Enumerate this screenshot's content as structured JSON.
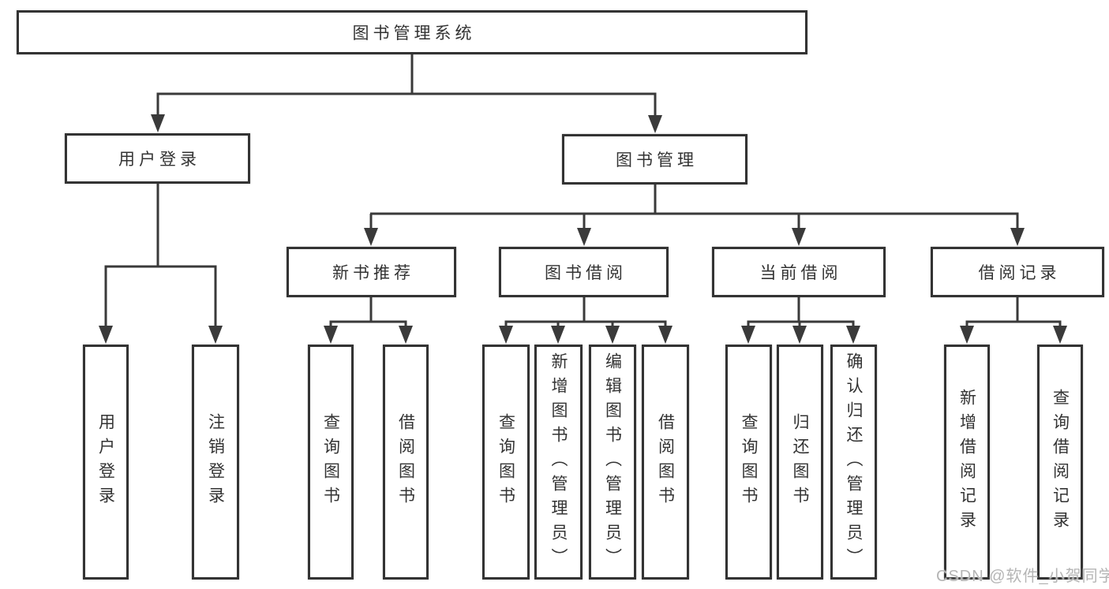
{
  "diagram": {
    "title": "图书管理系统",
    "level2": {
      "user_login": "用户登录",
      "book_management": "图书管理"
    },
    "level3": {
      "new_book_recommend": "新书推荐",
      "book_borrow": "图书借阅",
      "current_borrow": "当前借阅",
      "borrow_records": "借阅记录"
    },
    "leaves": {
      "user_login": [
        "用户登录",
        "注销登录"
      ],
      "new_book_recommend": [
        "查询图书",
        "借阅图书"
      ],
      "book_borrow": [
        "查询图书",
        "新增图书（管理员）",
        "编辑图书（管理员）",
        "借阅图书"
      ],
      "current_borrow": [
        "查询图书",
        "归还图书",
        "确认归还（管理员）"
      ],
      "borrow_records": [
        "新增借阅记录",
        "查询借阅记录"
      ]
    },
    "watermark": "CSDN @软件_小贺同学",
    "colors": {
      "line": "#3a3a3a",
      "box_border": "#333333",
      "text": "#333333",
      "watermark": "#b5b5b5",
      "background": "#ffffff"
    }
  }
}
